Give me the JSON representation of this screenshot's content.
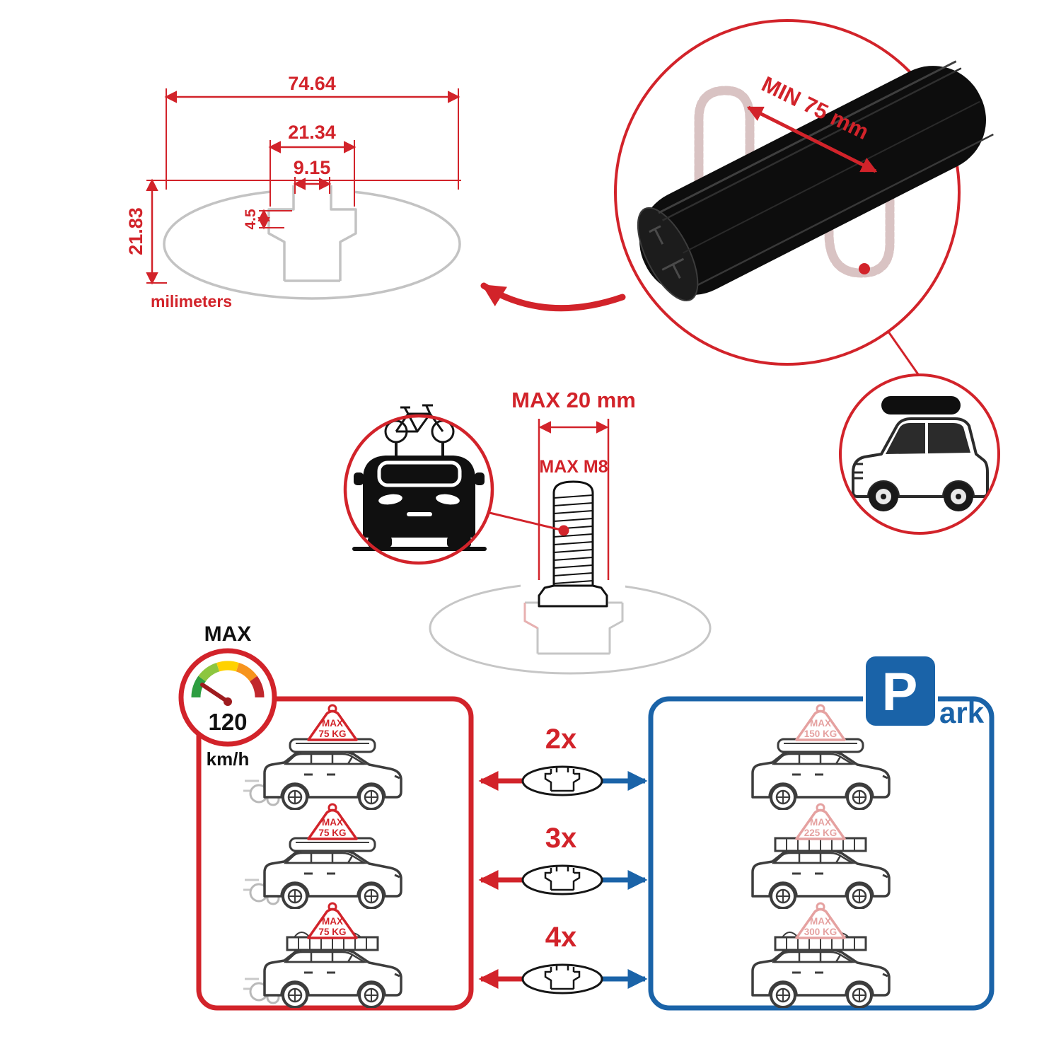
{
  "colors": {
    "red": "#d2232a",
    "blue": "#1a63a8",
    "faded_red": "#e5a1a0",
    "profile_gray": "#c3c3c3",
    "bar_black": "#0d0d0d",
    "gauge_green": "#2e9e41",
    "gauge_lime": "#8dc63f",
    "gauge_yellow": "#ffd200",
    "gauge_orange": "#f7941d",
    "gauge_red": "#c1272d"
  },
  "cross_section": {
    "total_width": "74.64",
    "channel_width": "21.34",
    "slot_width": "9.15",
    "lip_depth": "4.5",
    "total_height": "21.83",
    "units": "milimeters"
  },
  "bar_detail": {
    "min_span": "MIN 75 mm"
  },
  "bolt": {
    "max_width": "MAX 20 mm",
    "max_thread": "MAX M8"
  },
  "speed_limit": {
    "label": "MAX",
    "value": "120",
    "units": "km/h"
  },
  "park_sign": {
    "letter": "P",
    "suffix": "ark"
  },
  "driving_panel": {
    "cars": [
      {
        "max_label": "MAX",
        "load": "75 KG"
      },
      {
        "max_label": "MAX",
        "load": "75 KG"
      },
      {
        "max_label": "MAX",
        "load": "75 KG"
      }
    ]
  },
  "parked_panel": {
    "cars": [
      {
        "max_label": "MAX",
        "load": "150 KG"
      },
      {
        "max_label": "MAX",
        "load": "225 KG"
      },
      {
        "max_label": "MAX",
        "load": "300 KG"
      }
    ]
  },
  "bar_counts": [
    {
      "label": "2x"
    },
    {
      "label": "3x"
    },
    {
      "label": "4x"
    }
  ]
}
